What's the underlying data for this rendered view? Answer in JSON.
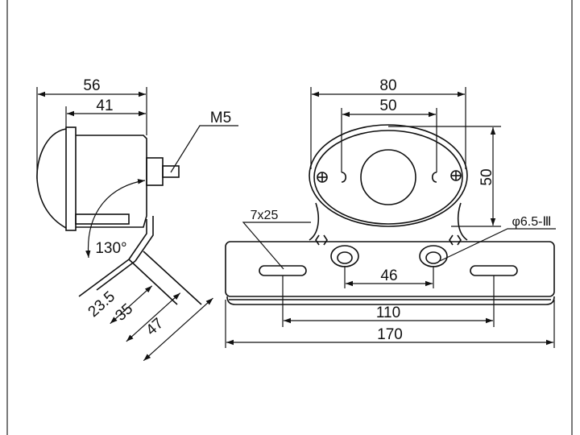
{
  "drawing": {
    "side_view": {
      "overall_width": "56",
      "lens_width": "41",
      "thread": "M5",
      "bend_angle": "130°",
      "bracket_dims": [
        "23.5",
        "35",
        "47"
      ]
    },
    "front_view": {
      "lamp_width": "80",
      "hole_spacing": "50",
      "lamp_height": "50",
      "slot": "7x25",
      "hole_note": "φ6.5-Ⅲ",
      "inner_hole_spacing": "46",
      "slot_spacing": "110",
      "plate_width": "170"
    }
  },
  "colors": {
    "line": "#111111",
    "background": "#ffffff"
  }
}
